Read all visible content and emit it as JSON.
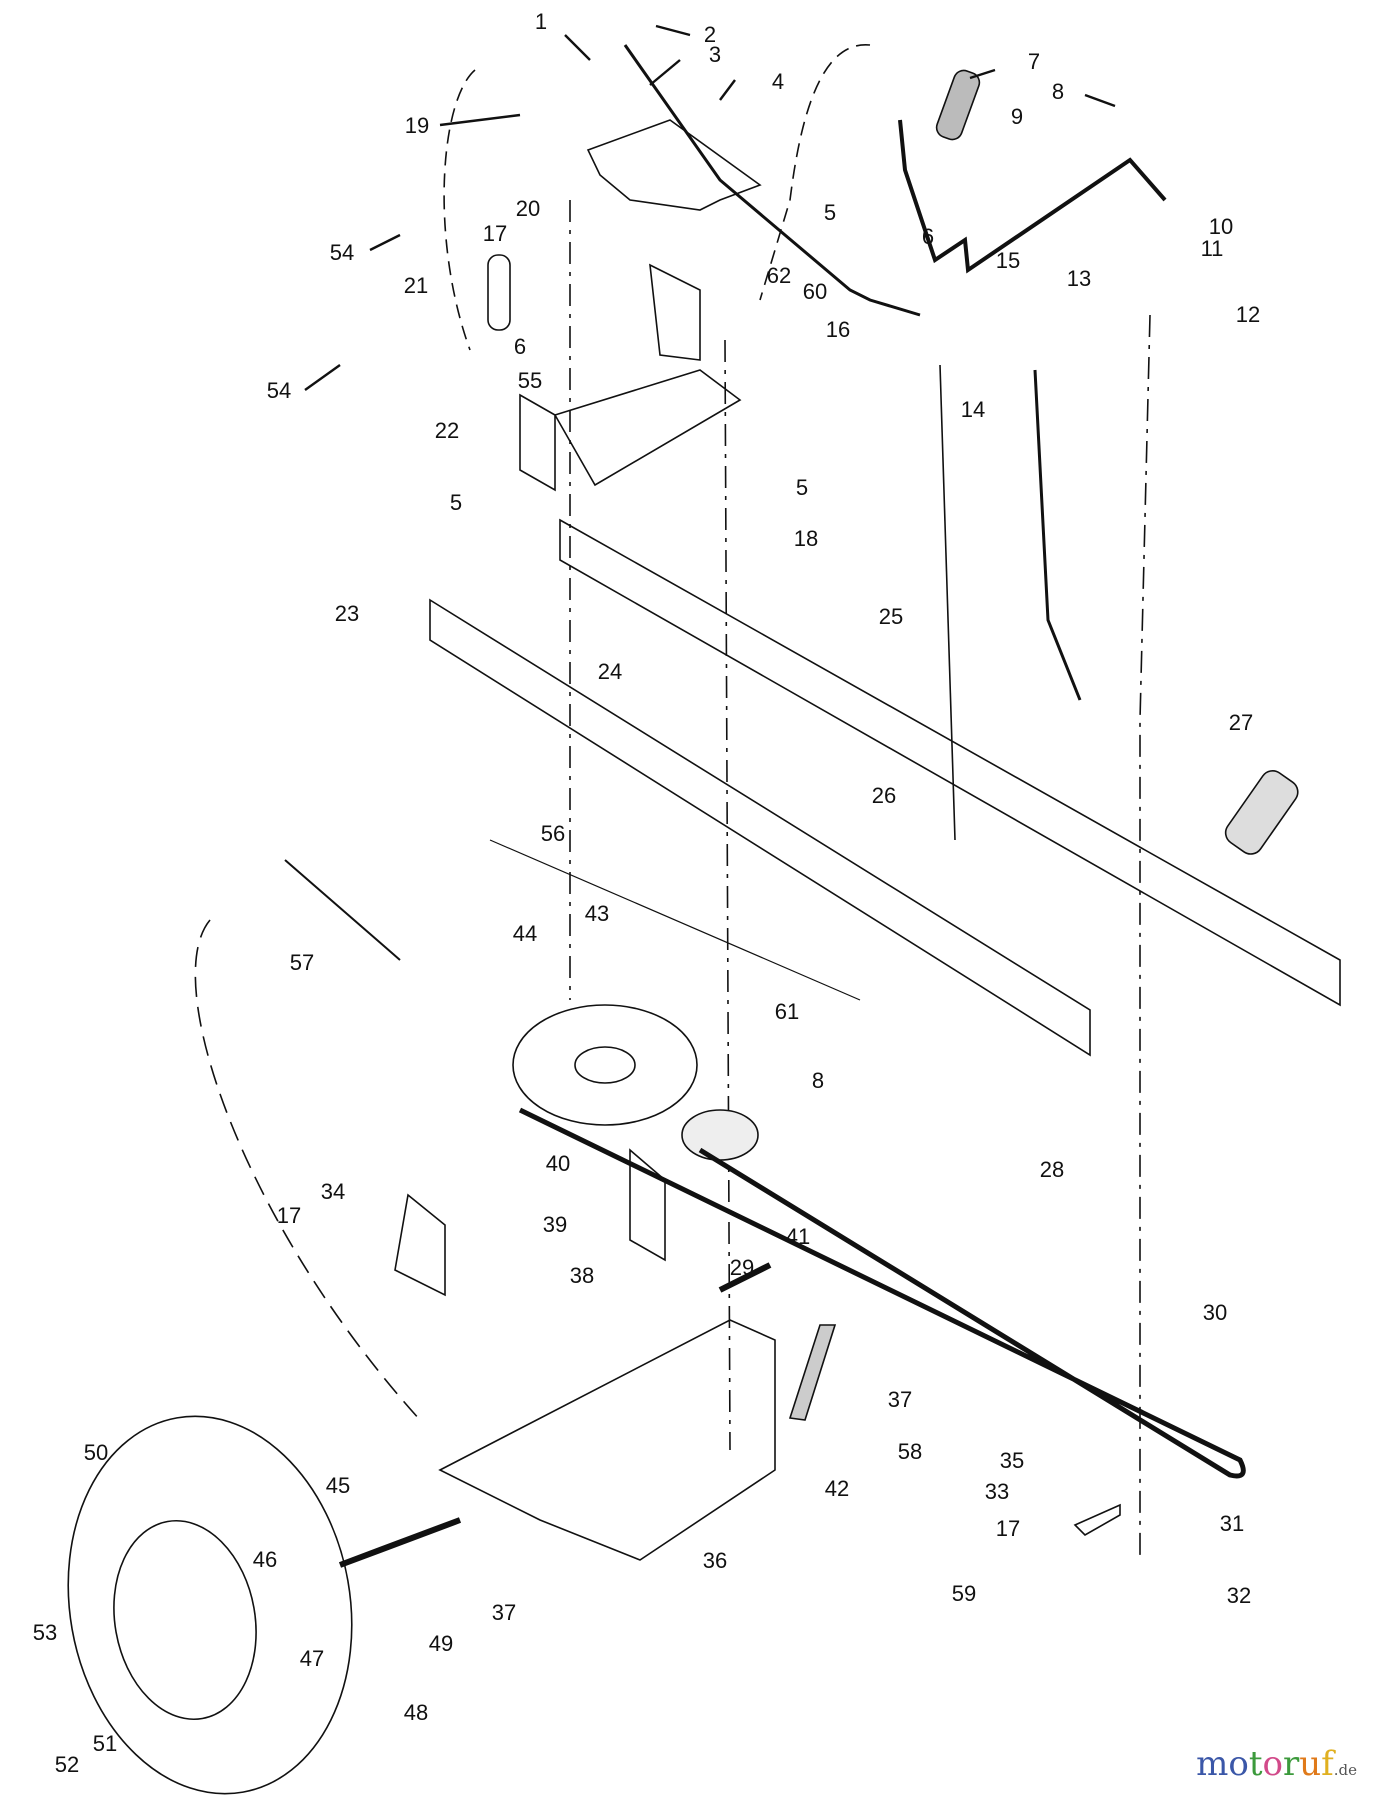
{
  "diagram": {
    "kind": "exploded parts diagram",
    "callouts": [
      {
        "id": "1",
        "label": "1"
      },
      {
        "id": "2",
        "label": "2"
      },
      {
        "id": "3",
        "label": "3"
      },
      {
        "id": "4",
        "label": "4"
      },
      {
        "id": "5a",
        "label": "5"
      },
      {
        "id": "5b",
        "label": "5"
      },
      {
        "id": "5c",
        "label": "5"
      },
      {
        "id": "6a",
        "label": "6"
      },
      {
        "id": "6b",
        "label": "6"
      },
      {
        "id": "7",
        "label": "7"
      },
      {
        "id": "8a",
        "label": "8"
      },
      {
        "id": "8b",
        "label": "8"
      },
      {
        "id": "9",
        "label": "9"
      },
      {
        "id": "10",
        "label": "10"
      },
      {
        "id": "11",
        "label": "11"
      },
      {
        "id": "12",
        "label": "12"
      },
      {
        "id": "13",
        "label": "13"
      },
      {
        "id": "14",
        "label": "14"
      },
      {
        "id": "15",
        "label": "15"
      },
      {
        "id": "16",
        "label": "16"
      },
      {
        "id": "17a",
        "label": "17"
      },
      {
        "id": "17b",
        "label": "17"
      },
      {
        "id": "17c",
        "label": "17"
      },
      {
        "id": "18",
        "label": "18"
      },
      {
        "id": "19",
        "label": "19"
      },
      {
        "id": "20",
        "label": "20"
      },
      {
        "id": "21",
        "label": "21"
      },
      {
        "id": "22",
        "label": "22"
      },
      {
        "id": "23",
        "label": "23"
      },
      {
        "id": "24",
        "label": "24"
      },
      {
        "id": "25",
        "label": "25"
      },
      {
        "id": "26",
        "label": "26"
      },
      {
        "id": "27",
        "label": "27"
      },
      {
        "id": "28",
        "label": "28"
      },
      {
        "id": "29",
        "label": "29"
      },
      {
        "id": "30",
        "label": "30"
      },
      {
        "id": "31",
        "label": "31"
      },
      {
        "id": "32",
        "label": "32"
      },
      {
        "id": "33",
        "label": "33"
      },
      {
        "id": "34",
        "label": "34"
      },
      {
        "id": "35",
        "label": "35"
      },
      {
        "id": "36",
        "label": "36"
      },
      {
        "id": "37a",
        "label": "37"
      },
      {
        "id": "37b",
        "label": "37"
      },
      {
        "id": "38",
        "label": "38"
      },
      {
        "id": "39",
        "label": "39"
      },
      {
        "id": "40",
        "label": "40"
      },
      {
        "id": "41",
        "label": "41"
      },
      {
        "id": "42",
        "label": "42"
      },
      {
        "id": "43",
        "label": "43"
      },
      {
        "id": "44",
        "label": "44"
      },
      {
        "id": "45",
        "label": "45"
      },
      {
        "id": "46",
        "label": "46"
      },
      {
        "id": "47",
        "label": "47"
      },
      {
        "id": "48",
        "label": "48"
      },
      {
        "id": "49",
        "label": "49"
      },
      {
        "id": "50",
        "label": "50"
      },
      {
        "id": "51",
        "label": "51"
      },
      {
        "id": "52",
        "label": "52"
      },
      {
        "id": "53",
        "label": "53"
      },
      {
        "id": "54a",
        "label": "54"
      },
      {
        "id": "54b",
        "label": "54"
      },
      {
        "id": "55",
        "label": "55"
      },
      {
        "id": "56",
        "label": "56"
      },
      {
        "id": "57",
        "label": "57"
      },
      {
        "id": "58",
        "label": "58"
      },
      {
        "id": "59",
        "label": "59"
      },
      {
        "id": "60",
        "label": "60"
      },
      {
        "id": "61",
        "label": "61"
      },
      {
        "id": "62",
        "label": "62"
      }
    ]
  },
  "watermark": {
    "letters": [
      "m",
      "o",
      "t",
      "o",
      "r",
      "u",
      "f"
    ],
    "colors": [
      "#3b57a8",
      "#3b57a8",
      "#3c9a3c",
      "#d24a8a",
      "#3c9a3c",
      "#e07a1a",
      "#e0b020"
    ],
    "tld": ".de"
  }
}
